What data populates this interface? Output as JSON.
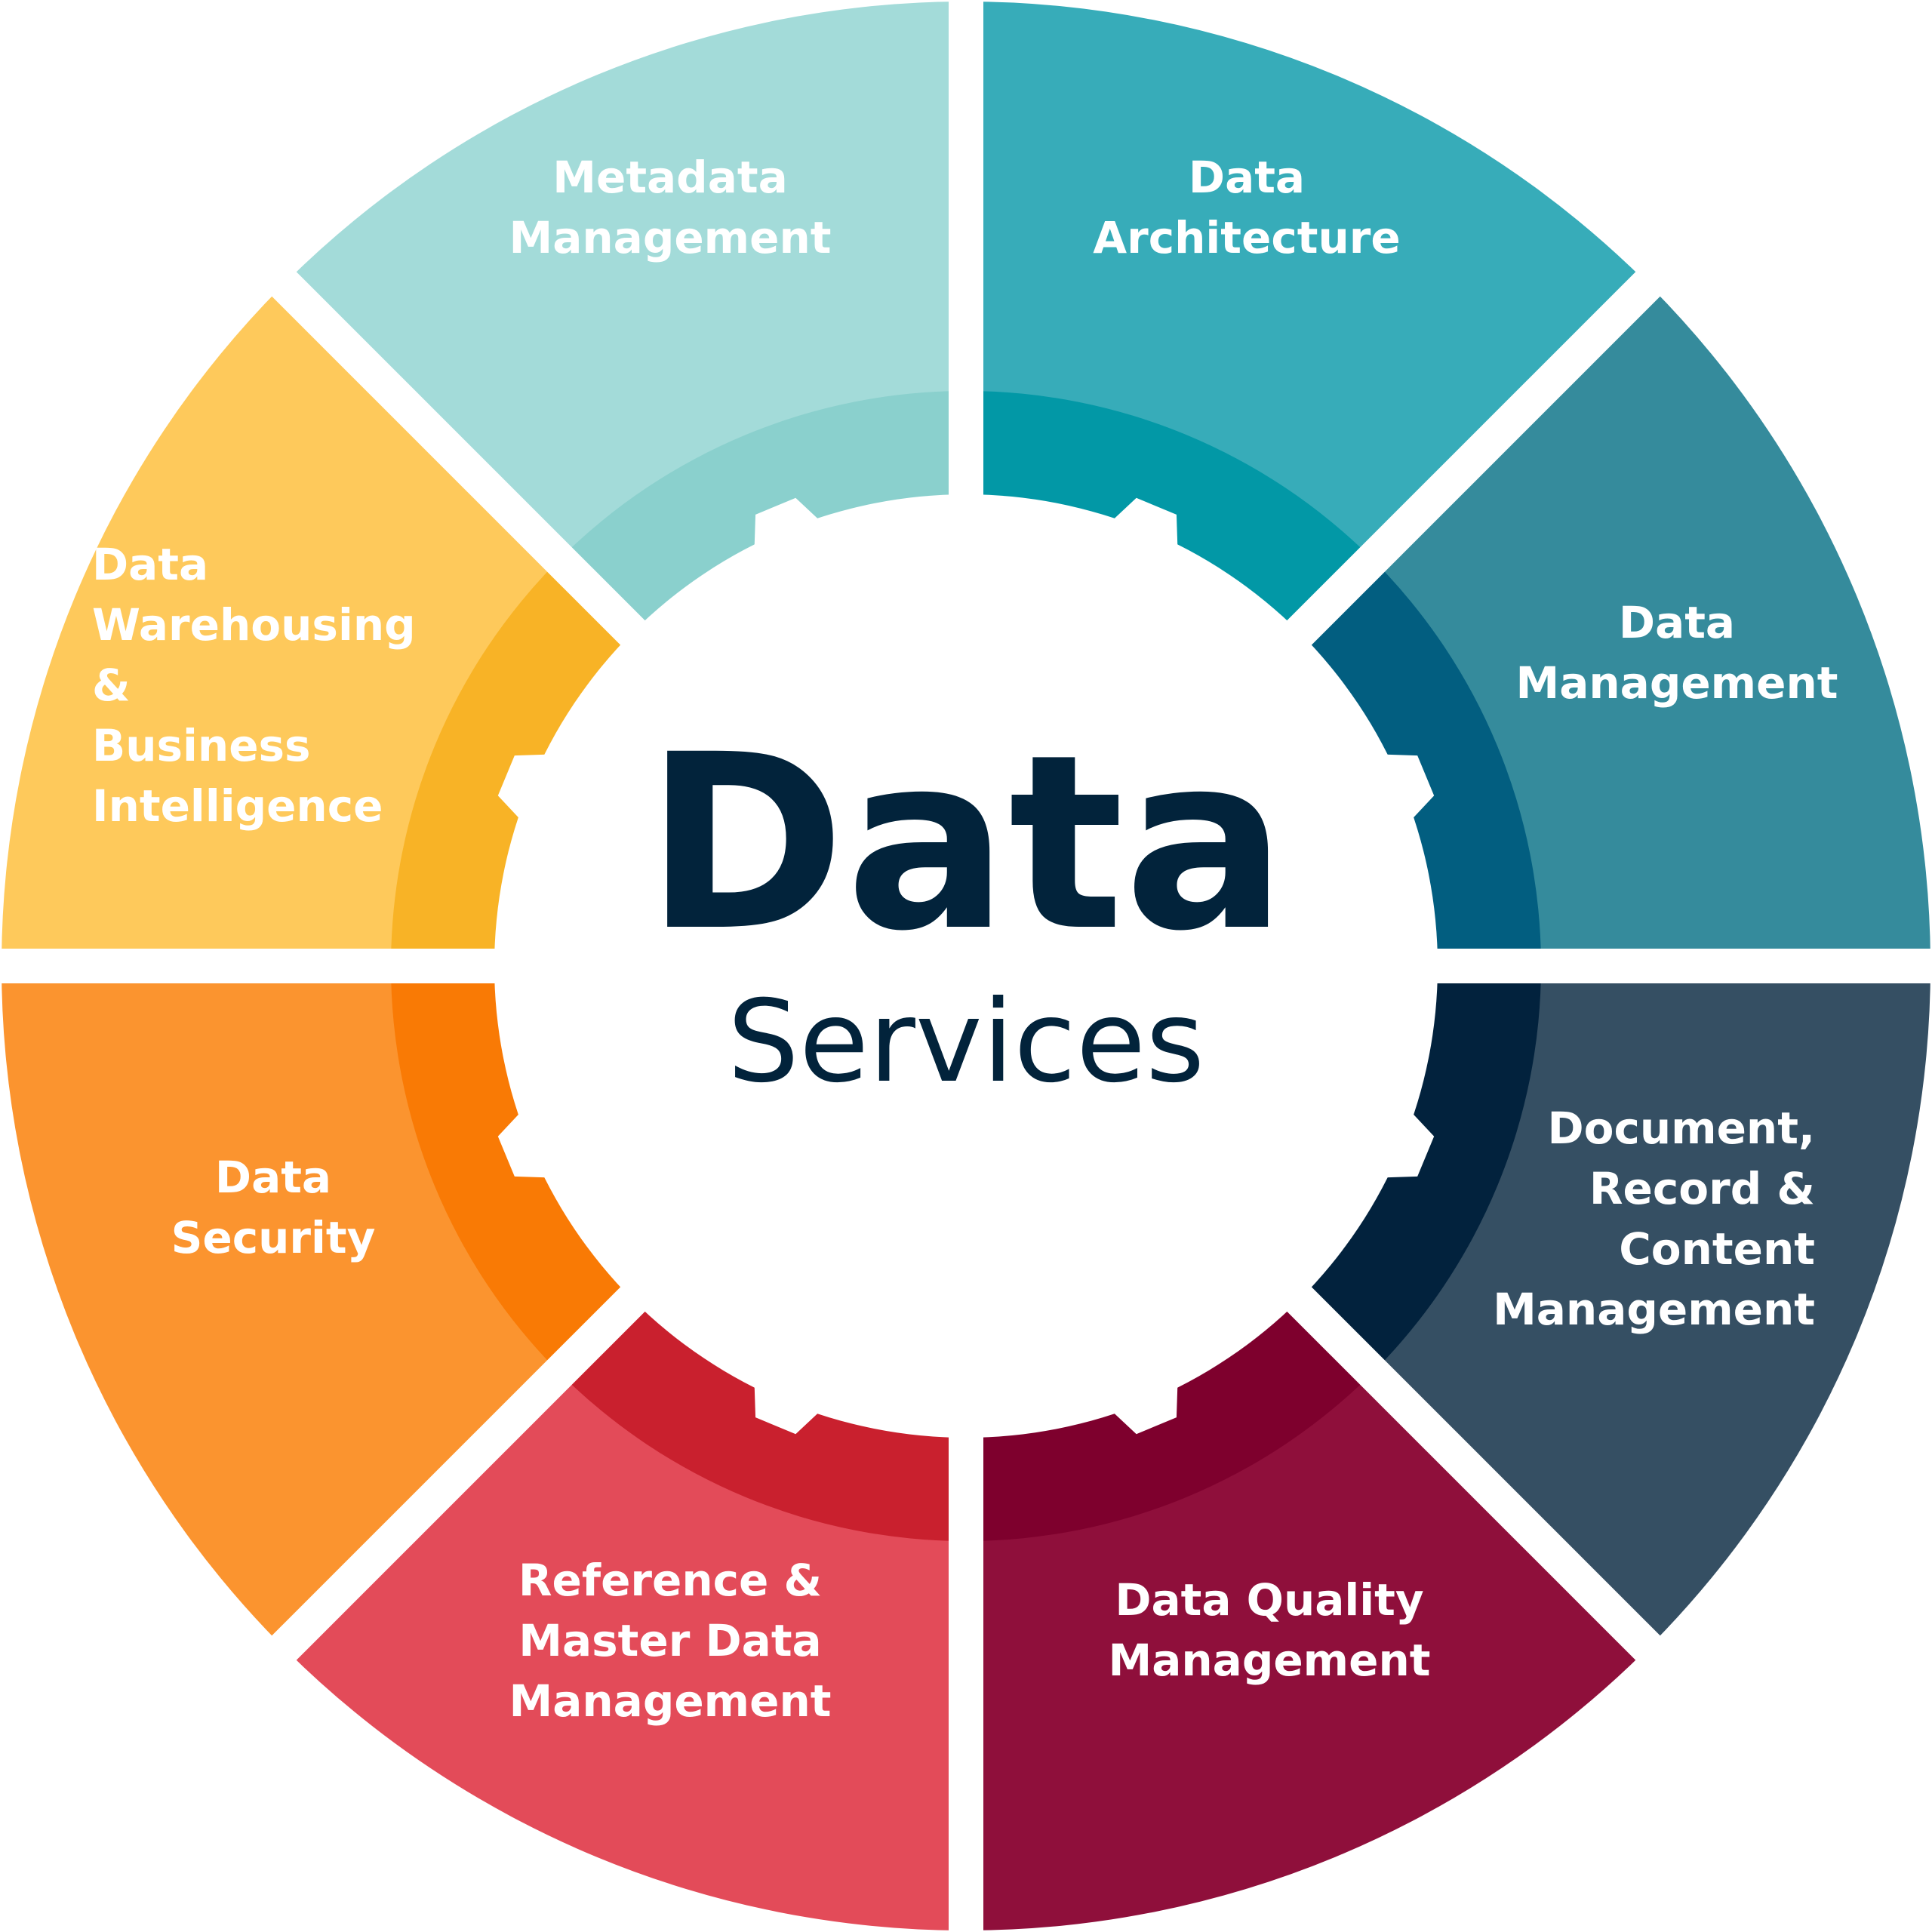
{
  "center": {
    "title": "Data",
    "subtitle": "Services"
  },
  "segments": [
    {
      "id": "data-architecture",
      "lines": [
        "Data",
        "Architecture"
      ],
      "outer_color": "#37acb9",
      "inner_color": "#0298a6"
    },
    {
      "id": "data-management",
      "lines": [
        "Data",
        "Management"
      ],
      "outer_color": "#358b9c",
      "inner_color": "#025e80"
    },
    {
      "id": "document-record-content-management",
      "lines": [
        "Document,",
        "Record &",
        "Content",
        "Management"
      ],
      "outer_color": "#354f63",
      "inner_color": "#02223d"
    },
    {
      "id": "data-quality-management",
      "lines": [
        "Data Quality",
        "Management"
      ],
      "outer_color": "#8f0f3b",
      "inner_color": "#7e002d"
    },
    {
      "id": "reference-master-data-management",
      "lines": [
        "Reference &",
        "Master Data",
        "Management"
      ],
      "outer_color": "#e34b59",
      "inner_color": "#c9202e"
    },
    {
      "id": "data-security",
      "lines": [
        "Data",
        "Security"
      ],
      "outer_color": "#fb942f",
      "inner_color": "#f97a05"
    },
    {
      "id": "data-warehousing-business-intelligence",
      "lines": [
        "Data",
        "Warehousing",
        "&",
        "Business",
        "Intelligence"
      ],
      "outer_color": "#fec95b",
      "inner_color": "#f8b326"
    },
    {
      "id": "metadata-management",
      "lines": [
        "Metadata",
        "Management"
      ],
      "outer_color": "#a3dbd9",
      "inner_color": "#8ad0cd"
    }
  ]
}
